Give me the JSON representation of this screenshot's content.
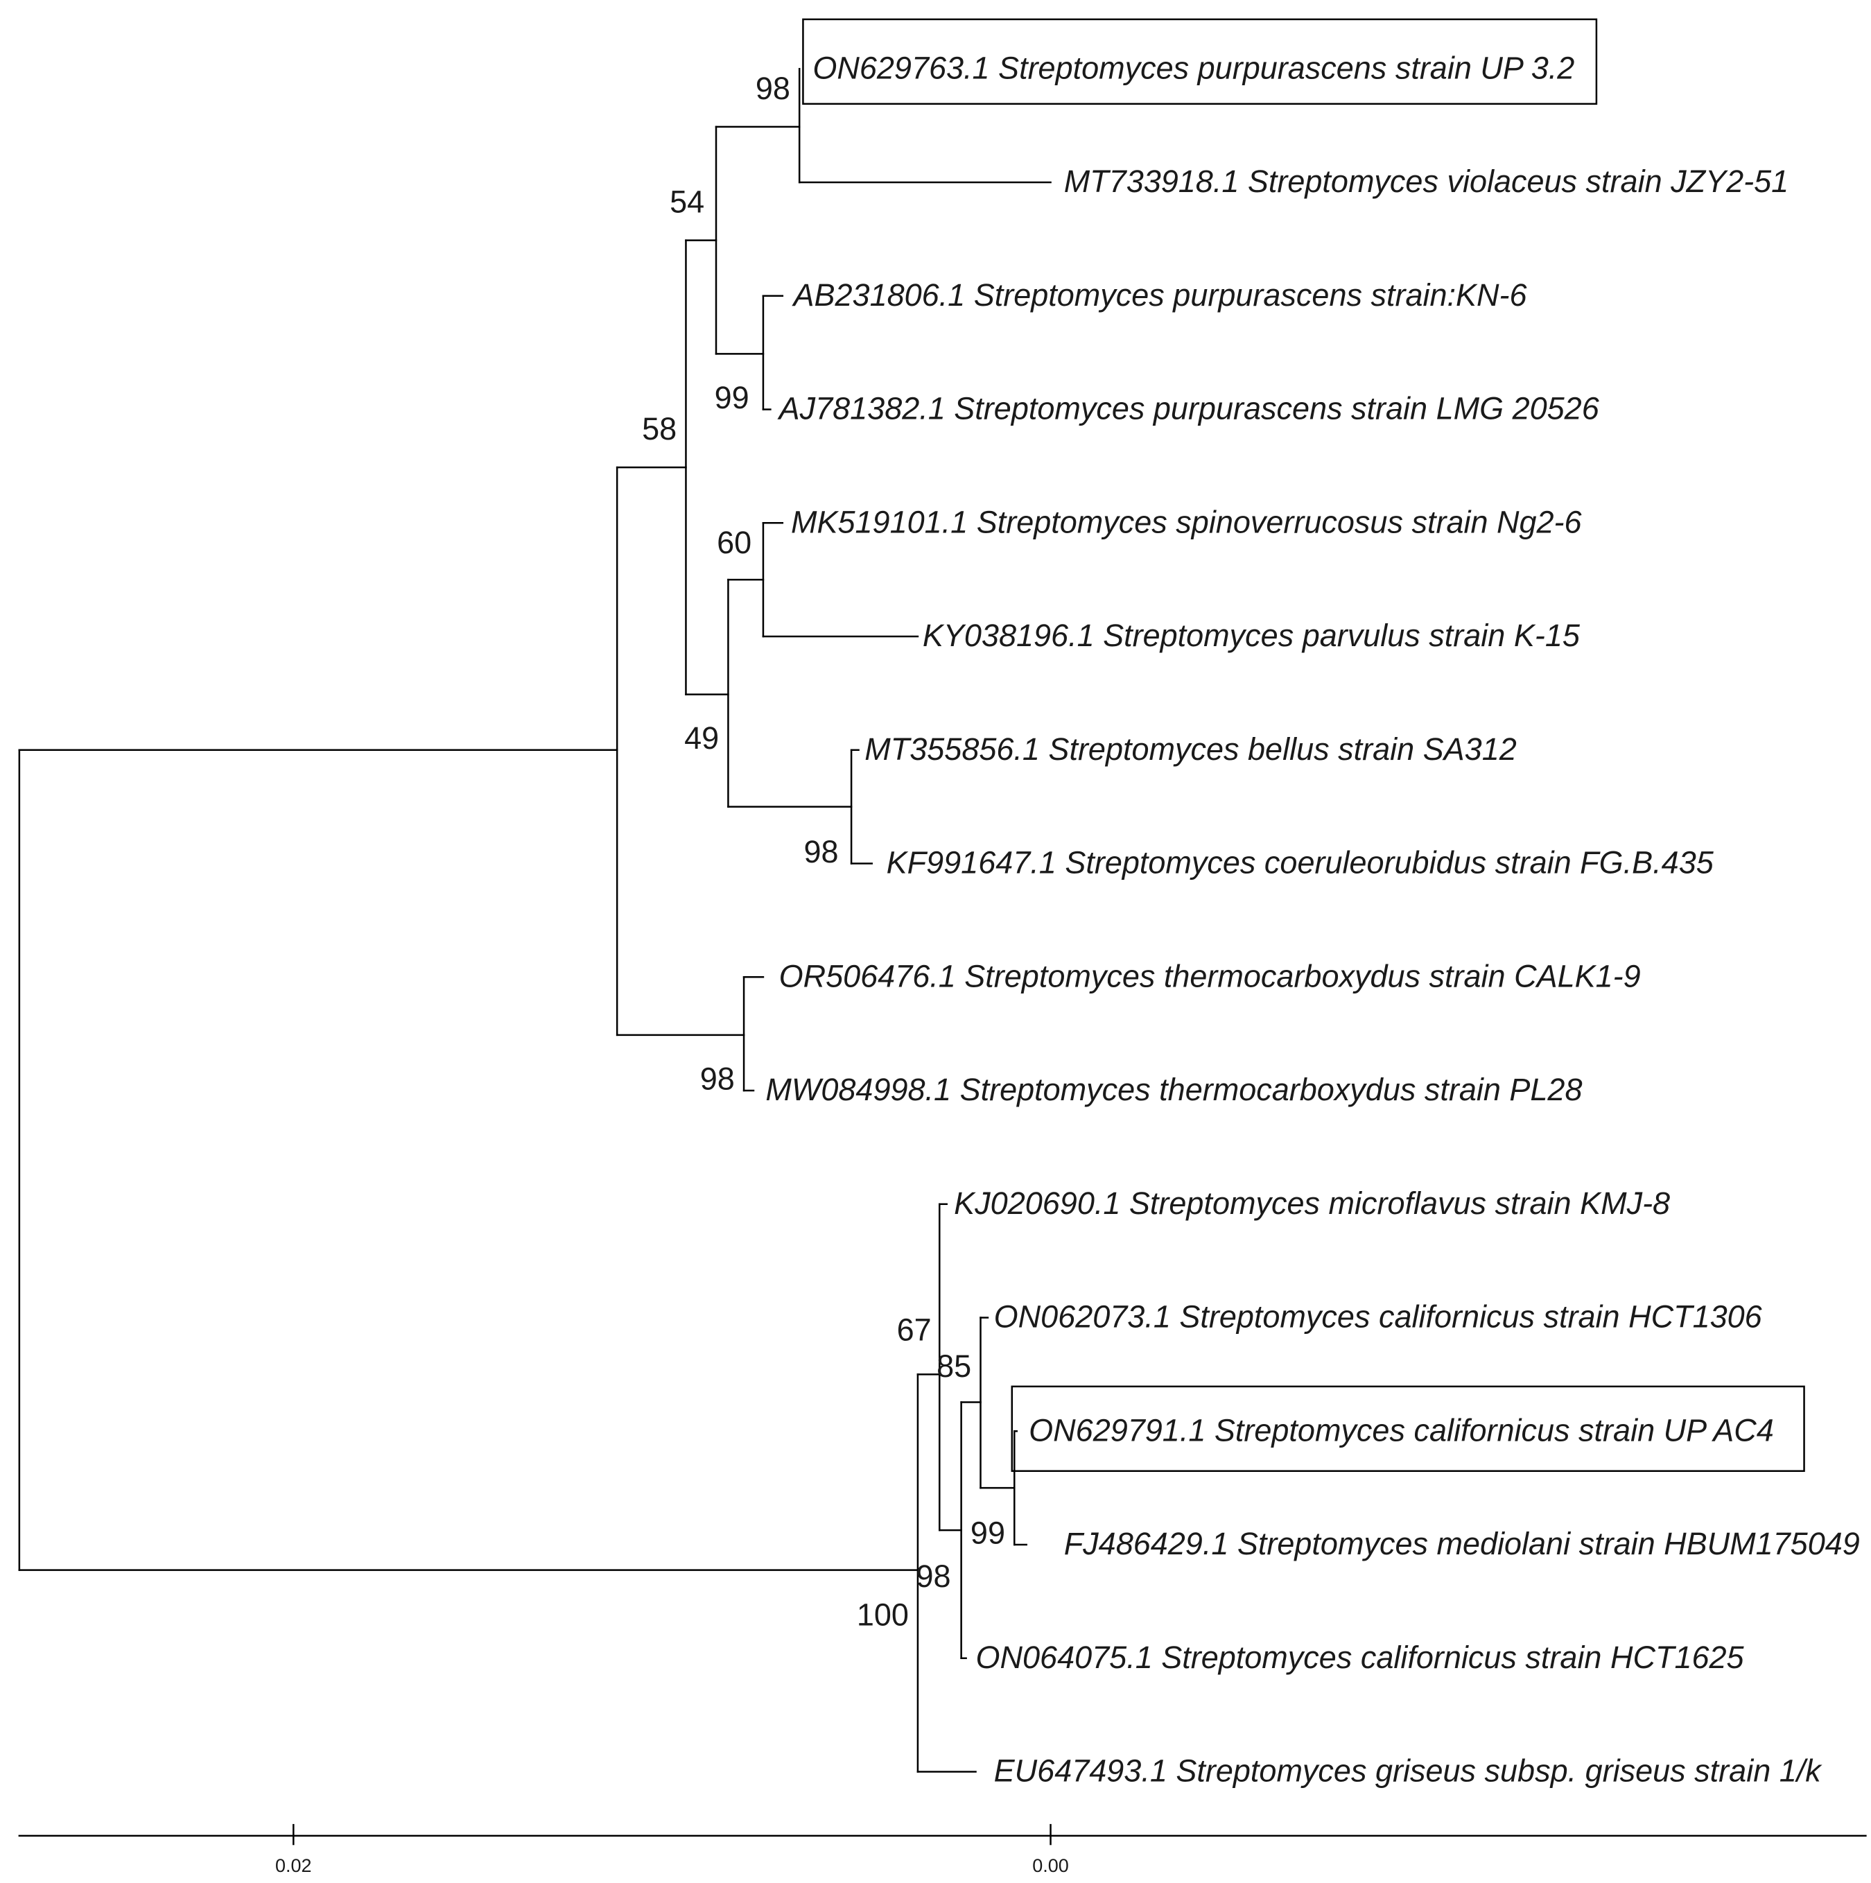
{
  "tree": {
    "leaves": [
      {
        "name": "ON629763.1 Streptomyces purpurascens strain UP 3.2",
        "highlighted": true
      },
      {
        "name": "MT733918.1 Streptomyces violaceus strain JZY2-51",
        "highlighted": false
      },
      {
        "name": "AB231806.1 Streptomyces purpurascens strain:KN-6",
        "highlighted": false
      },
      {
        "name": "AJ781382.1 Streptomyces purpurascens strain LMG 20526",
        "highlighted": false
      },
      {
        "name": "MK519101.1 Streptomyces spinoverrucosus strain Ng2-6",
        "highlighted": false
      },
      {
        "name": "KY038196.1 Streptomyces parvulus strain K-15",
        "highlighted": false
      },
      {
        "name": "MT355856.1 Streptomyces bellus strain SA312",
        "highlighted": false
      },
      {
        "name": "KF991647.1 Streptomyces coeruleorubidus strain FG.B.435",
        "highlighted": false
      },
      {
        "name": "OR506476.1 Streptomyces thermocarboxydus strain CALK1-9",
        "highlighted": false
      },
      {
        "name": "MW084998.1 Streptomyces thermocarboxydus strain PL28",
        "highlighted": false
      },
      {
        "name": "KJ020690.1 Streptomyces microflavus strain KMJ-8",
        "highlighted": false
      },
      {
        "name": "ON062073.1 Streptomyces californicus strain HCT1306",
        "highlighted": false
      },
      {
        "name": "ON629791.1 Streptomyces californicus strain UP AC4",
        "highlighted": true
      },
      {
        "name": "FJ486429.1 Streptomyces mediolani strain HBUM175049",
        "highlighted": false
      },
      {
        "name": "ON064075.1 Streptomyces californicus strain HCT1625",
        "highlighted": false
      },
      {
        "name": "EU647493.1 Streptomyces griseus subsp. griseus strain 1/k",
        "highlighted": false
      }
    ],
    "support_values": [
      "98",
      "54",
      "99",
      "58",
      "60",
      "49",
      "98",
      "98",
      "67",
      "85",
      "99",
      "98",
      "100"
    ],
    "scale_bar": {
      "tick_labels": [
        "0.02",
        "0.00"
      ]
    }
  }
}
